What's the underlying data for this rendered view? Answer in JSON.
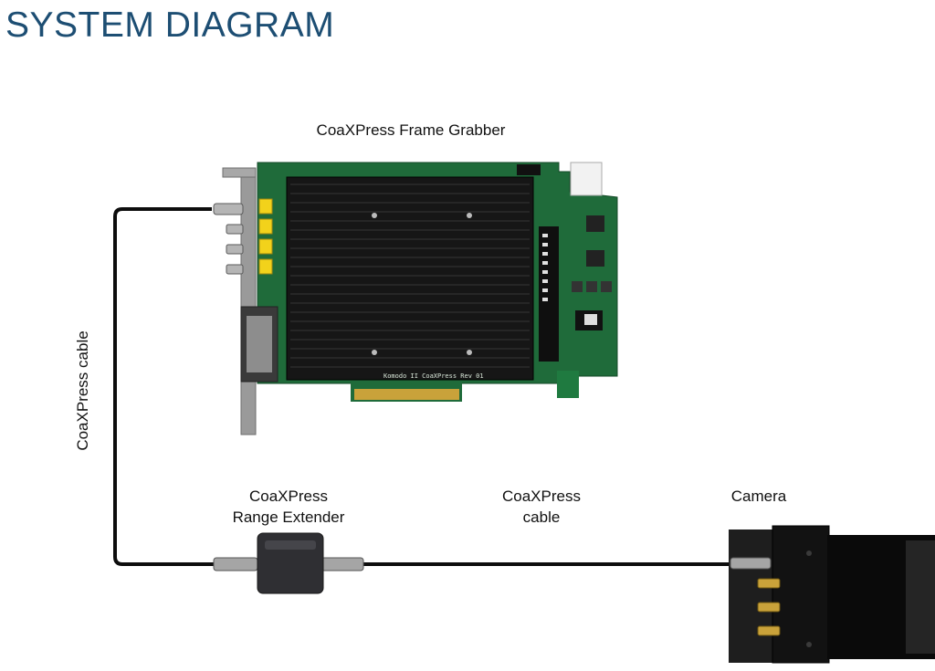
{
  "title": "SYSTEM DIAGRAM",
  "labels": {
    "frame_grabber": "CoaXPress Frame Grabber",
    "cable_vertical": "CoaXPress cable",
    "range_extender_line1": "CoaXPress",
    "range_extender_line2": "Range Extender",
    "cable_horizontal_line1": "CoaXPress",
    "cable_horizontal_line2": "cable",
    "camera": "Camera"
  },
  "board_print": "Komodo II CoaXPress Rev 01",
  "colors": {
    "title": "#1d4e73",
    "pcb": "#1f6b3a",
    "heatsink": "#161616",
    "gold": "#c9a23a",
    "cable": "#0d0d0d"
  }
}
